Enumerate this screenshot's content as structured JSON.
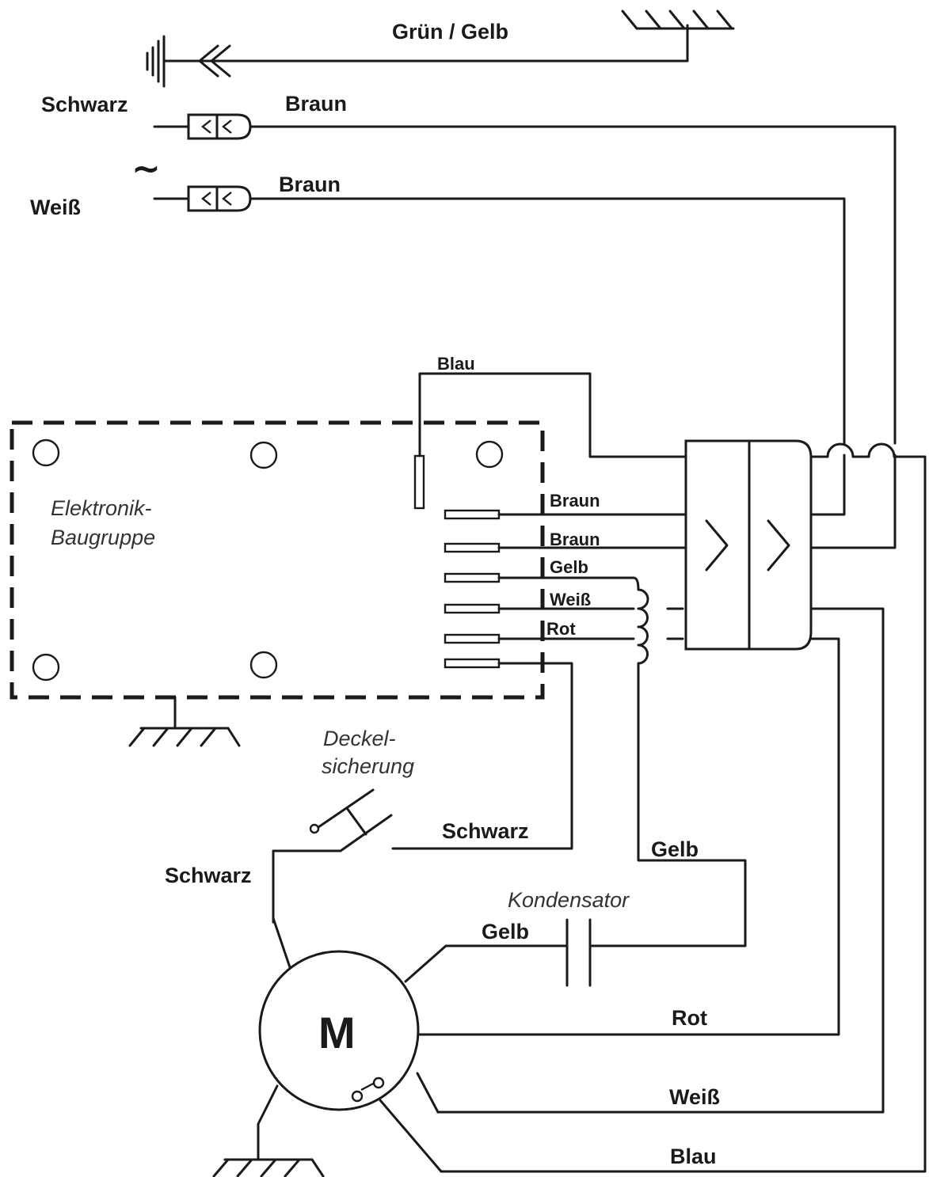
{
  "labels": {
    "earth_wire": "Grün / Gelb",
    "mains_l1": "Schwarz",
    "mains_l2": "Weiß",
    "ac_symbol": "~",
    "plug_wire_1": "Braun",
    "plug_wire_2": "Braun",
    "blau_top": "Blau",
    "module": "Elektronik-",
    "module_2": "Baugruppe",
    "pin_braun_1": "Braun",
    "pin_braun_2": "Braun",
    "pin_gelb": "Gelb",
    "pin_weiss": "Weiß",
    "pin_rot": "Rot",
    "lid_switch": "Deckel-",
    "lid_switch_2": "sicherung",
    "switch_wire_right": "Schwarz",
    "switch_wire_left": "Schwarz",
    "gelb_right": "Gelb",
    "capacitor": "Kondensator",
    "cap_wire": "Gelb",
    "motor": "M",
    "motor_rot": "Rot",
    "motor_weiss": "Weiß",
    "motor_blau": "Blau"
  },
  "colors": {
    "line": "#1a1a1a",
    "background": "#ffffff"
  }
}
